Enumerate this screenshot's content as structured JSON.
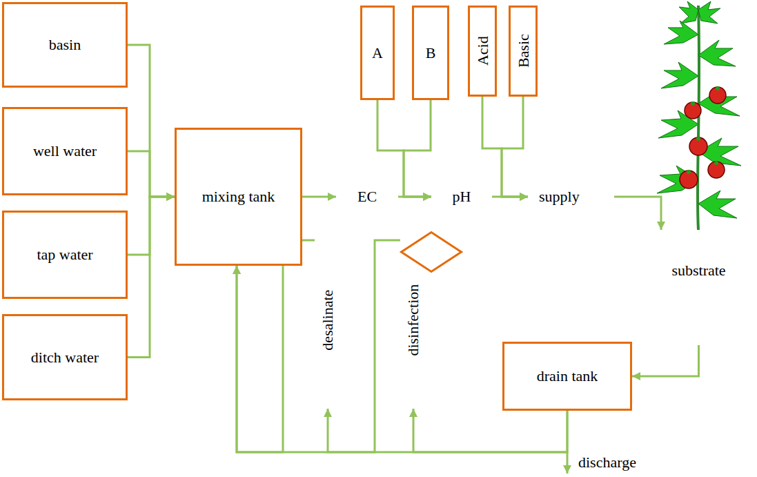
{
  "diagram": {
    "nodes": [
      {
        "text": [
          "basin"
        ]
      },
      {
        "text": [
          "well water"
        ]
      },
      {
        "text": [
          "tap water"
        ]
      },
      {
        "text": [
          "ditch water"
        ]
      },
      {
        "text": [
          "mixing tank"
        ]
      },
      {
        "text": [
          "EC"
        ]
      },
      {
        "text": [
          "A"
        ]
      },
      {
        "text": [
          "B"
        ]
      },
      {
        "text": [
          "pH"
        ]
      },
      {
        "text": [
          "Acid"
        ]
      },
      {
        "text": [
          "Basic"
        ]
      },
      {
        "text": [
          "supply"
        ]
      },
      {
        "text": [
          "substrate"
        ]
      },
      {
        "text": [
          "drain tank"
        ]
      },
      {
        "text": [
          "desalinate"
        ]
      },
      {
        "text": [
          "disinfection"
        ]
      }
    ],
    "edges": [
      {
        "from": 0,
        "to": 4,
        "arrow": "to"
      },
      {
        "from": 1,
        "to": 4,
        "arrow": "to"
      },
      {
        "from": 2,
        "to": 4,
        "arrow": "to"
      },
      {
        "from": 3,
        "to": 4,
        "arrow": "to"
      },
      {
        "from": 4,
        "to": 5,
        "arrow": "to"
      },
      {
        "from": 5,
        "to": 8,
        "arrow": "to"
      },
      {
        "from": 6,
        "to": 8,
        "arrow": "to"
      },
      {
        "from": 7,
        "to": 8,
        "arrow": "to"
      },
      {
        "from": 8,
        "to": 11,
        "arrow": "to"
      },
      {
        "from": 9,
        "to": 11,
        "arrow": "to"
      },
      {
        "from": 10,
        "to": 11,
        "arrow": "to"
      },
      {
        "from": 11,
        "to": 12,
        "arrow": "to"
      },
      {
        "from": 12,
        "to": 13,
        "arrow": "to"
      },
      {
        "from": 13,
        "to": 4,
        "arrow": "to"
      },
      {
        "from": 13,
        "to": 15,
        "arrow": "to"
      },
      {
        "from": 15,
        "to": 14,
        "arrow": "to"
      },
      {
        "from": 14,
        "to": 4,
        "arrow": "to"
      }
    ],
    "labels": [
      "discharge"
    ]
  }
}
